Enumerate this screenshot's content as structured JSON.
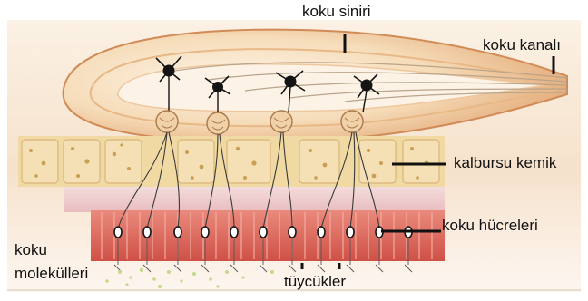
{
  "diagram": {
    "labels": {
      "olfactory_nerve": "koku siniri",
      "olfactory_canal": "koku kanalı",
      "ethmoid_bone": "kalbursu kemik",
      "olfactory_cells": "koku hücreleri",
      "odor_molecules_line1": "koku",
      "odor_molecules_line2": "molekülleri",
      "cilia": "tüycükler"
    },
    "colors": {
      "bulb_outer": "#e7b384",
      "bulb_mid": "#f2cfa6",
      "bulb_core": "#fbeedb",
      "bone_band": "#f1d9a4",
      "bone_spots": "#c99f55",
      "pink_layer": "#eecfd0",
      "cell_red": "#d85b50",
      "neuron_black": "#141414",
      "fiber": "#5a5a5a"
    }
  }
}
